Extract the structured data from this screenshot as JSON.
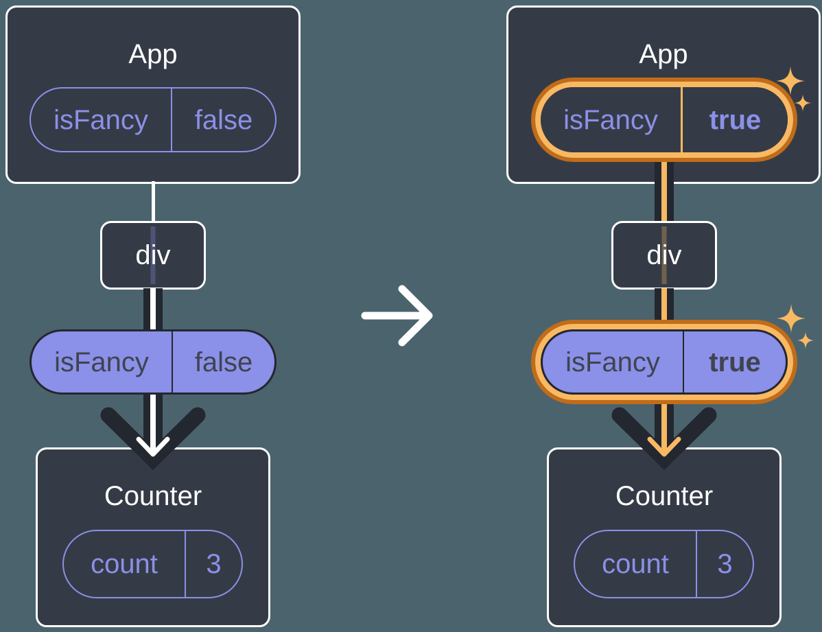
{
  "colors": {
    "background": "#4B636D",
    "card_background": "#353B46",
    "card_border": "#FFFFFF",
    "purple_accent": "#8B90E8",
    "dark_ink": "#23272F",
    "highlight_orange_dark": "#C16C19",
    "highlight_orange_light": "#F9B963"
  },
  "transition": {
    "icon": "arrow-right"
  },
  "before": {
    "app": {
      "title": "App",
      "prop": {
        "name": "isFancy",
        "value": "false"
      }
    },
    "middle": {
      "label": "div"
    },
    "passed_prop": {
      "name": "isFancy",
      "value": "false"
    },
    "counter": {
      "title": "Counter",
      "state": {
        "name": "count",
        "value": "3"
      }
    }
  },
  "after": {
    "app": {
      "title": "App",
      "prop": {
        "name": "isFancy",
        "value": "true"
      }
    },
    "middle": {
      "label": "div"
    },
    "passed_prop": {
      "name": "isFancy",
      "value": "true"
    },
    "counter": {
      "title": "Counter",
      "state": {
        "name": "count",
        "value": "3"
      }
    }
  }
}
